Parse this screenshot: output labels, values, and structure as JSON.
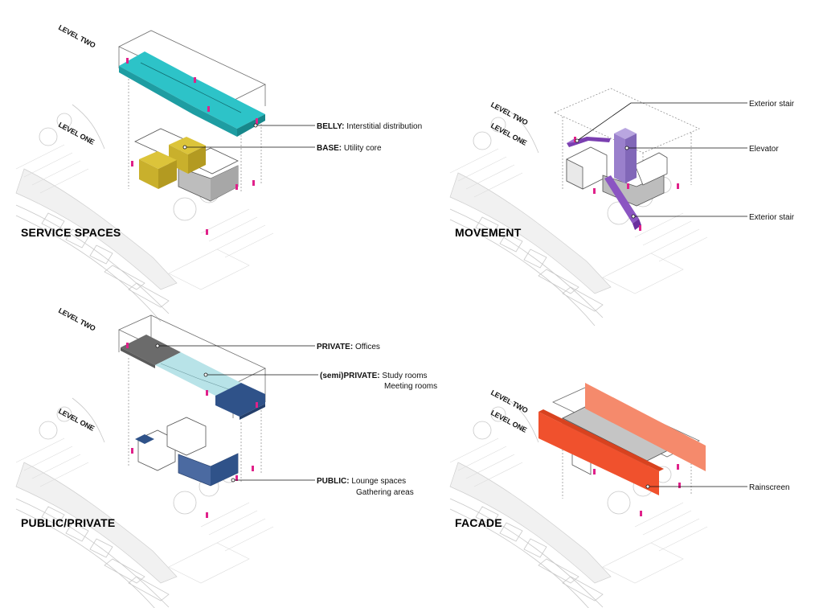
{
  "colors": {
    "belly_teal": "#27b0b5",
    "base_yellow": "#c9b02c",
    "elevator_purple": "#9a80cc",
    "stair_purple": "#7a3fb0",
    "private_grey": "#6b6b6b",
    "semi_private_light_blue": "#b8e3e8",
    "public_dark_blue": "#2f5289",
    "rainscreen_orange": "#f0512d",
    "person_pink": "#e0218a"
  },
  "panels": {
    "service": {
      "title": "SERVICE SPACES",
      "level_two": "LEVEL TWO",
      "level_one": "LEVEL ONE",
      "belly": {
        "bold": "BELLY:",
        "text": " Interstitial distribution"
      },
      "base": {
        "bold": "BASE:",
        "text": " Utility core"
      }
    },
    "movement": {
      "title": "MOVEMENT",
      "level_two": "LEVEL TWO",
      "level_one": "LEVEL ONE",
      "exterior_stair_top": "Exterior stair",
      "elevator": "Elevator",
      "exterior_stair_bottom": "Exterior stair"
    },
    "public_private": {
      "title": "PUBLIC/PRIVATE",
      "level_two": "LEVEL TWO",
      "level_one": "LEVEL ONE",
      "private": {
        "bold": "PRIVATE:",
        "text": " Offices"
      },
      "semi_private": {
        "bold": "(semi)PRIVATE:",
        "text": " Study rooms",
        "line2": "Meeting rooms"
      },
      "public": {
        "bold": "PUBLIC:",
        "text": " Lounge spaces",
        "line2": "Gathering areas"
      }
    },
    "facade": {
      "title": "FACADE",
      "level_two": "LEVEL TWO",
      "level_one": "LEVEL ONE",
      "rainscreen": "Rainscreen"
    }
  }
}
